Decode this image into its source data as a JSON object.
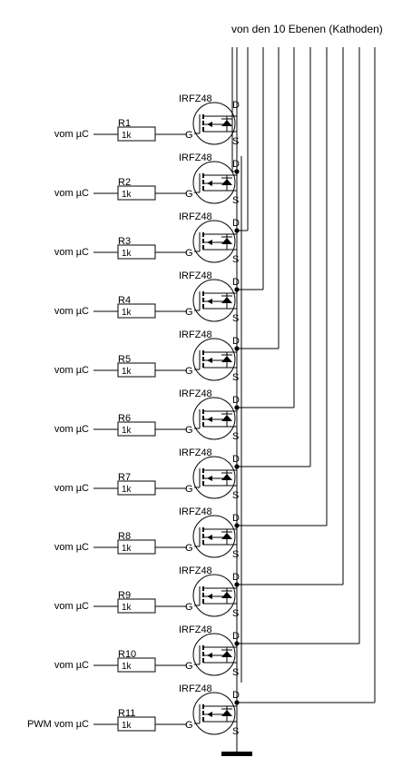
{
  "title": "von den 10 Ebenen (Kathoden)",
  "stages": [
    {
      "input": "vom µC",
      "resistor": "R1",
      "value": "1k",
      "mosfet": "IRFZ48",
      "pins": {
        "gate": "G",
        "drain": "D",
        "source": "S"
      }
    },
    {
      "input": "vom µC",
      "resistor": "R2",
      "value": "1k",
      "mosfet": "IRFZ48",
      "pins": {
        "gate": "G",
        "drain": "D",
        "source": "S"
      }
    },
    {
      "input": "vom µC",
      "resistor": "R3",
      "value": "1k",
      "mosfet": "IRFZ48",
      "pins": {
        "gate": "G",
        "drain": "D",
        "source": "S"
      }
    },
    {
      "input": "vom µC",
      "resistor": "R4",
      "value": "1k",
      "mosfet": "IRFZ48",
      "pins": {
        "gate": "G",
        "drain": "D",
        "source": "S"
      }
    },
    {
      "input": "vom µC",
      "resistor": "R5",
      "value": "1k",
      "mosfet": "IRFZ48",
      "pins": {
        "gate": "G",
        "drain": "D",
        "source": "S"
      }
    },
    {
      "input": "vom µC",
      "resistor": "R6",
      "value": "1k",
      "mosfet": "IRFZ48",
      "pins": {
        "gate": "G",
        "drain": "D",
        "source": "S"
      }
    },
    {
      "input": "vom µC",
      "resistor": "R7",
      "value": "1k",
      "mosfet": "IRFZ48",
      "pins": {
        "gate": "G",
        "drain": "D",
        "source": "S"
      }
    },
    {
      "input": "vom µC",
      "resistor": "R8",
      "value": "1k",
      "mosfet": "IRFZ48",
      "pins": {
        "gate": "G",
        "drain": "D",
        "source": "S"
      }
    },
    {
      "input": "vom µC",
      "resistor": "R9",
      "value": "1k",
      "mosfet": "IRFZ48",
      "pins": {
        "gate": "G",
        "drain": "D",
        "source": "S"
      }
    },
    {
      "input": "vom µC",
      "resistor": "R10",
      "value": "1k",
      "mosfet": "IRFZ48",
      "pins": {
        "gate": "G",
        "drain": "D",
        "source": "S"
      }
    },
    {
      "input": "PWM vom µC",
      "resistor": "R11",
      "value": "1k",
      "mosfet": "IRFZ48",
      "pins": {
        "gate": "G",
        "drain": "D",
        "source": "S"
      }
    }
  ]
}
